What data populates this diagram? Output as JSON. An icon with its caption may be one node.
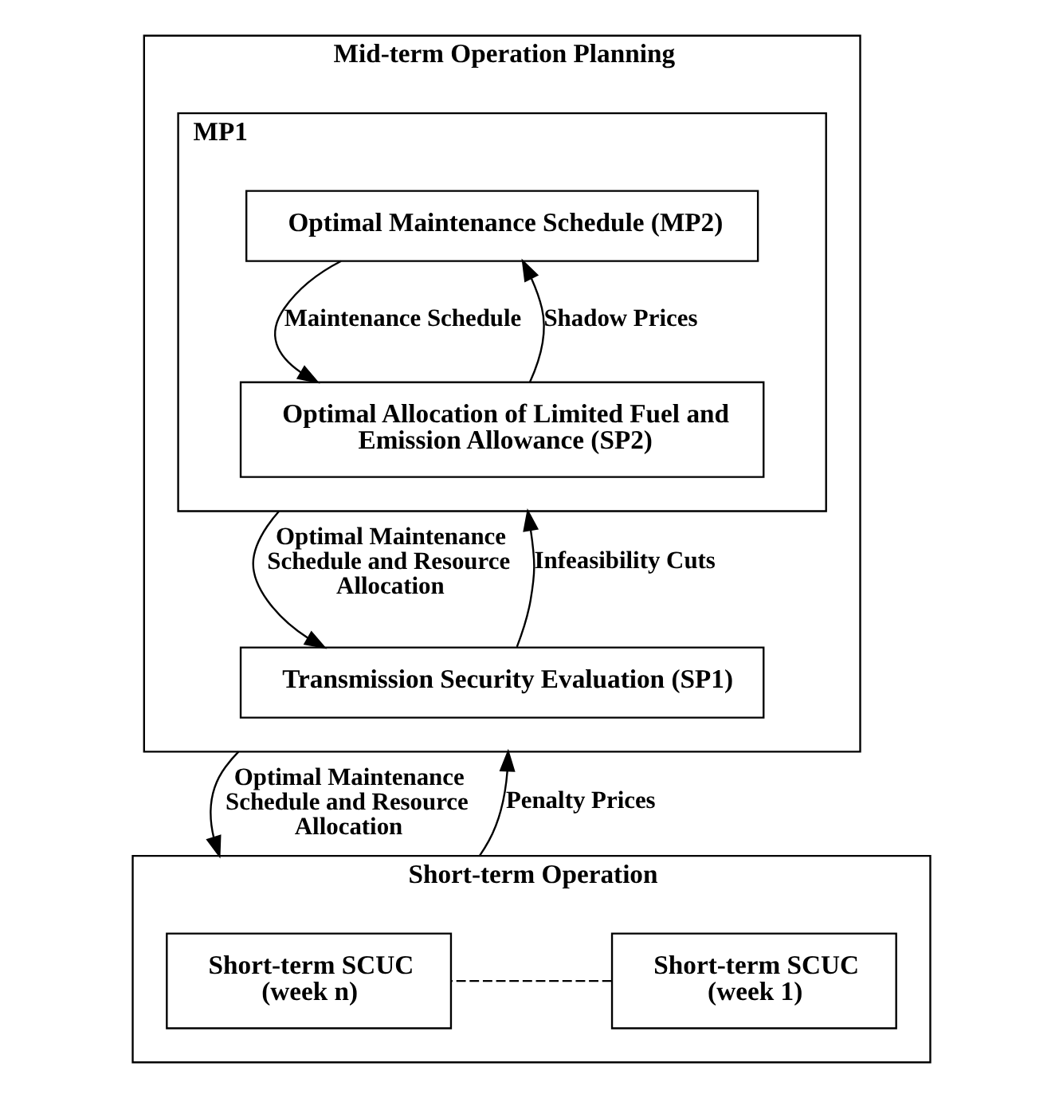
{
  "diagram": {
    "nodes": [
      {
        "text": [
          "Mid-term Operation Planning"
        ]
      },
      {
        "text": [
          "MP1"
        ],
        "in": 0
      },
      {
        "text": [
          "Optimal Maintenance Schedule (MP2)"
        ],
        "in": 1
      },
      {
        "text": [
          "Optimal Allocation of Limited Fuel and Emission Allowance (SP2)"
        ],
        "in": 1
      },
      {
        "text": [
          "Transmission Security Evaluation (SP1)"
        ],
        "in": 0
      },
      {
        "text": [
          "Short-term Operation"
        ]
      },
      {
        "text": [
          "Short-term SCUC (week 1)"
        ],
        "in": 5
      },
      {
        "text": [
          "Short-term SCUC (week n)"
        ],
        "in": 5
      }
    ],
    "edges": [
      {
        "from": 2,
        "to": 3,
        "arrow": "to",
        "label": "Maintenance Schedule"
      },
      {
        "from": 3,
        "to": 2,
        "arrow": "to",
        "label": "Shadow Prices"
      },
      {
        "from": 1,
        "to": 4,
        "arrow": "to",
        "label": "Optimal Maintenance Schedule and Resource Allocation"
      },
      {
        "from": 4,
        "to": 1,
        "arrow": "to",
        "label": "Infeasibility Cuts"
      },
      {
        "from": 0,
        "to": 5,
        "arrow": "to",
        "label": "Optimal Maintenance Schedule and Resource Allocation"
      },
      {
        "from": 5,
        "to": 0,
        "arrow": "to",
        "label": "Penalty Prices"
      },
      {
        "from": 6,
        "to": 7,
        "arrow": "none",
        "style": "dashed"
      }
    ]
  }
}
